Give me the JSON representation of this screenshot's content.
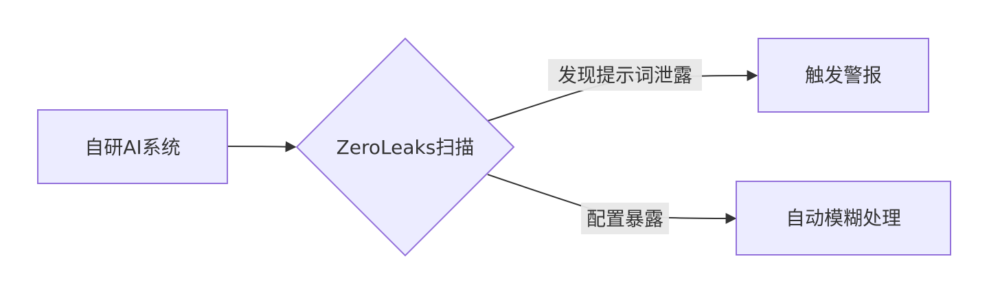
{
  "diagram": {
    "nodes": {
      "source": {
        "label": "自研AI系统",
        "shape": "rectangle"
      },
      "scan": {
        "label": "ZeroLeaks扫描",
        "shape": "diamond"
      },
      "alert": {
        "label": "触发警报",
        "shape": "rectangle"
      },
      "blur": {
        "label": "自动模糊处理",
        "shape": "rectangle"
      }
    },
    "edges": {
      "to_alert": {
        "label": "发现提示词泄露"
      },
      "to_blur": {
        "label": "配置暴露"
      }
    },
    "colors": {
      "node_fill": "#ececff",
      "node_stroke": "#9370db",
      "edge": "#333333",
      "text": "#333333",
      "label_bg": "#e8e8e8"
    }
  }
}
